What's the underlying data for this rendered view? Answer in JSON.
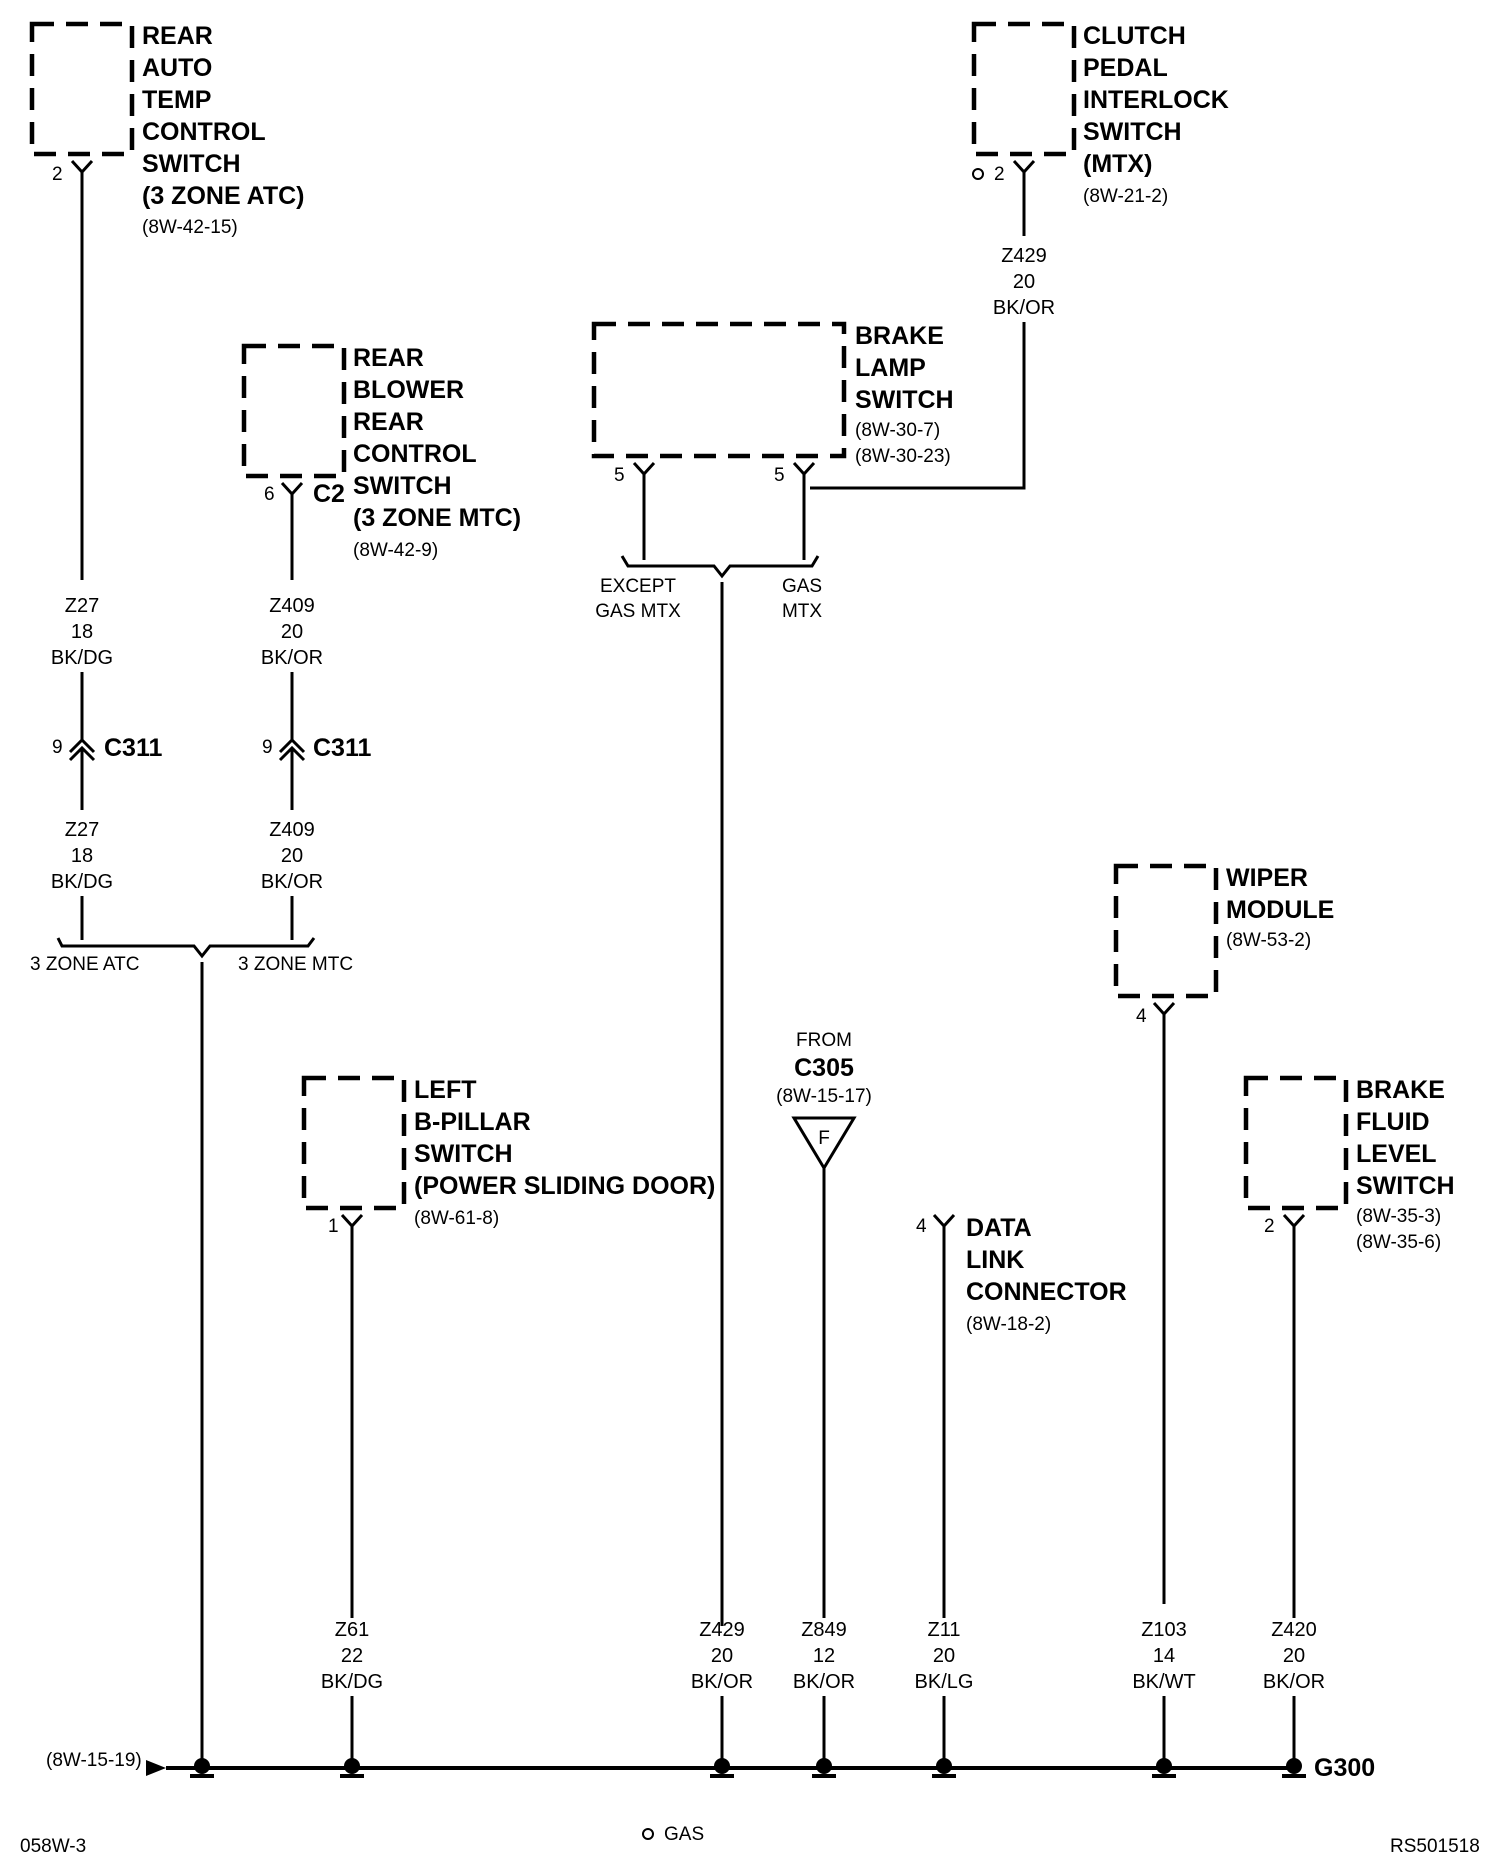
{
  "components": {
    "rear_auto_temp": {
      "name_lines": [
        "REAR",
        "AUTO",
        "TEMP",
        "CONTROL",
        "SWITCH",
        "(3 ZONE ATC)"
      ],
      "ref_lines": [
        "(8W-42-15)"
      ],
      "pin": "2"
    },
    "rear_blower": {
      "name_lines": [
        "REAR",
        "BLOWER",
        "REAR",
        "CONTROL",
        "SWITCH",
        "(3 ZONE MTC)"
      ],
      "ref_lines": [
        "(8W-42-9)"
      ],
      "pin": "6",
      "connector": "C2"
    },
    "brake_lamp": {
      "name_lines": [
        "BRAKE",
        "LAMP",
        "SWITCH"
      ],
      "ref_lines": [
        "(8W-30-7)",
        "(8W-30-23)"
      ],
      "pin_left": "5",
      "pin_right": "5"
    },
    "clutch_pedal": {
      "name_lines": [
        "CLUTCH",
        "PEDAL",
        "INTERLOCK",
        "SWITCH",
        "(MTX)"
      ],
      "ref_lines": [
        "(8W-21-2)"
      ],
      "pin": "2"
    },
    "wiper_module": {
      "name_lines": [
        "WIPER",
        "MODULE"
      ],
      "ref_lines": [
        "(8W-53-2)"
      ],
      "pin": "4"
    },
    "left_b_pillar": {
      "name_lines": [
        "LEFT",
        "B-PILLAR",
        "SWITCH",
        "(POWER SLIDING DOOR)"
      ],
      "ref_lines": [
        "(8W-61-8)"
      ],
      "pin": "1"
    },
    "data_link": {
      "name_lines": [
        "DATA",
        "LINK",
        "CONNECTOR"
      ],
      "ref_lines": [
        "(8W-18-2)"
      ],
      "pin": "4"
    },
    "brake_fluid": {
      "name_lines": [
        "BRAKE",
        "FLUID",
        "LEVEL",
        "SWITCH"
      ],
      "ref_lines": [
        "(8W-35-3)",
        "(8W-35-6)"
      ],
      "pin": "2"
    },
    "from_c305": {
      "from": "FROM",
      "connector": "C305",
      "ref": "(8W-15-17)",
      "symbol": "F"
    }
  },
  "wire_labels": {
    "z27_upper": [
      "Z27",
      "18",
      "BK/DG"
    ],
    "z27_lower": [
      "Z27",
      "18",
      "BK/DG"
    ],
    "z409_upper": [
      "Z409",
      "20",
      "BK/OR"
    ],
    "z409_lower": [
      "Z409",
      "20",
      "BK/OR"
    ],
    "z429_clutch": [
      "Z429",
      "20",
      "BK/OR"
    ],
    "z61": [
      "Z61",
      "22",
      "BK/DG"
    ],
    "z429_bottom": [
      "Z429",
      "20",
      "BK/OR"
    ],
    "z849": [
      "Z849",
      "12",
      "BK/OR"
    ],
    "z11": [
      "Z11",
      "20",
      "BK/LG"
    ],
    "z103": [
      "Z103",
      "14",
      "BK/WT"
    ],
    "z420": [
      "Z420",
      "20",
      "BK/OR"
    ]
  },
  "connectors": {
    "c311_left": {
      "pin": "9",
      "label": "C311"
    },
    "c311_right": {
      "pin": "9",
      "label": "C311"
    }
  },
  "splices": {
    "brake_left": [
      "EXCEPT",
      "GAS MTX"
    ],
    "brake_right": [
      "GAS",
      "MTX"
    ],
    "zone_atc": "3 ZONE ATC",
    "zone_mtc": "3 ZONE MTC"
  },
  "ground": {
    "ref": "(8W-15-19)",
    "label": "G300"
  },
  "footer": {
    "left": "058W-3",
    "legend": "GAS",
    "right": "RS501518"
  }
}
